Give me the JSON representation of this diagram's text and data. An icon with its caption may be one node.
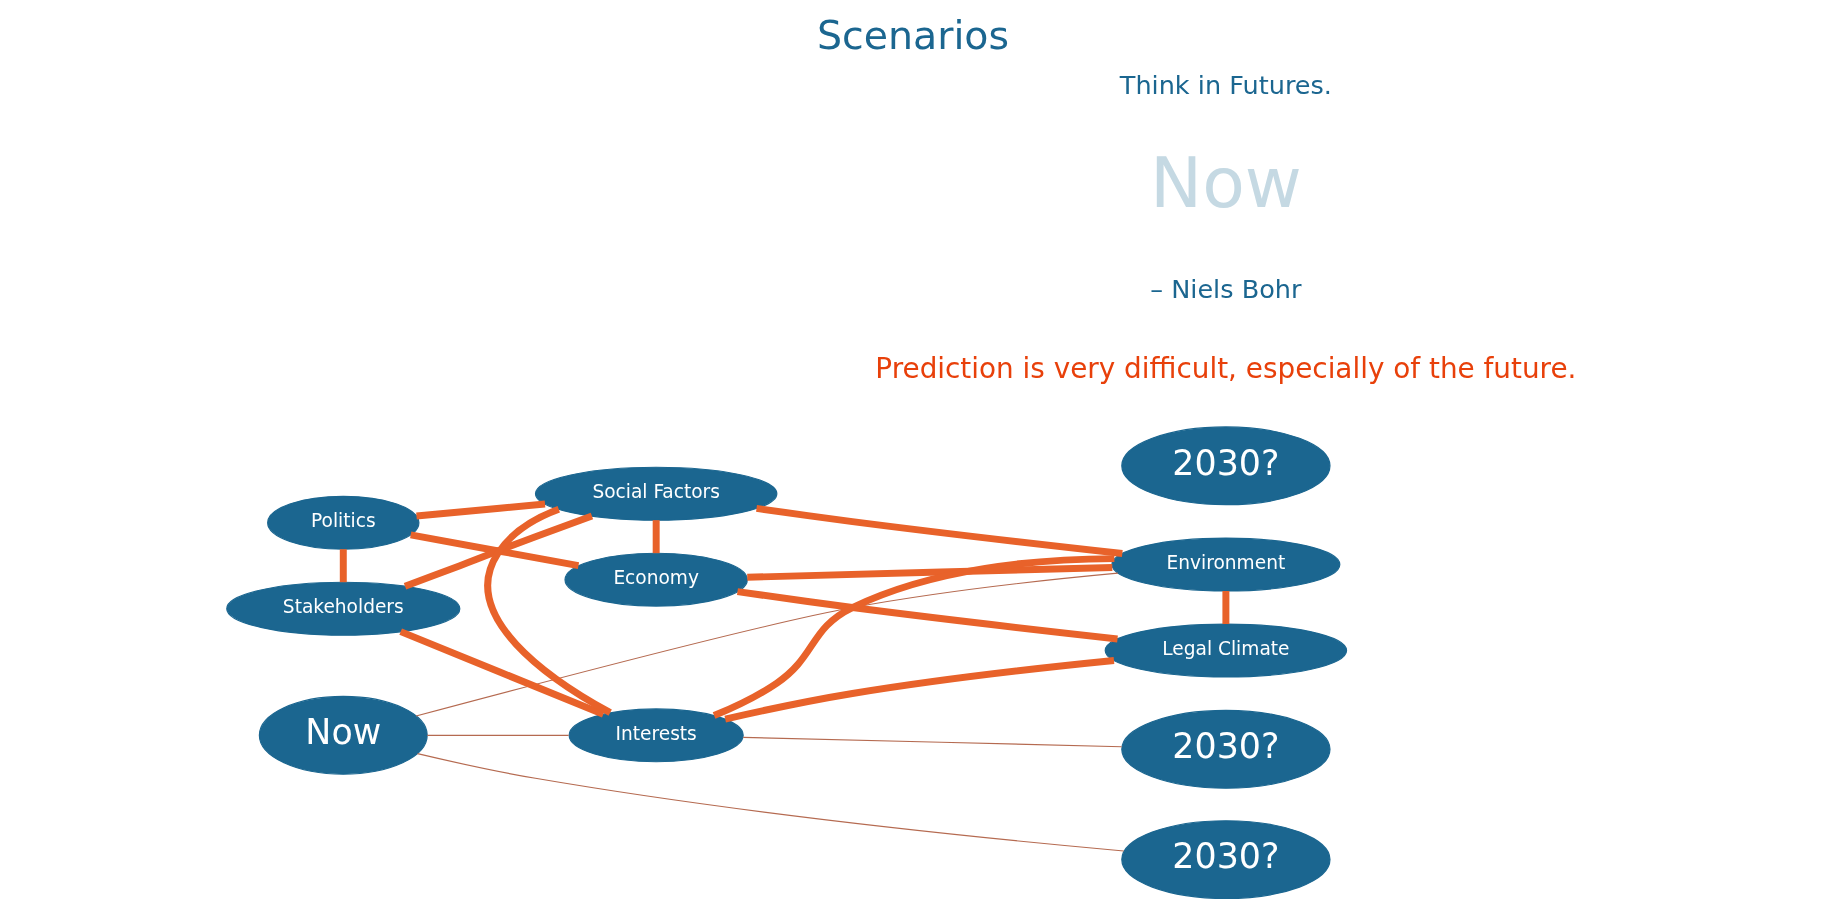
{
  "diagram": {
    "title": "Scenarios",
    "nodes": [
      {
        "text": [
          "Now"
        ]
      },
      {
        "text": [
          "Politics"
        ]
      },
      {
        "text": [
          "Stakeholders"
        ]
      },
      {
        "text": [
          "Economy"
        ]
      },
      {
        "text": [
          "Social Factors"
        ]
      },
      {
        "text": [
          "Interests"
        ]
      },
      {
        "text": [
          "Environment"
        ]
      },
      {
        "text": [
          "Legal Climate"
        ]
      },
      {
        "text": [
          "2030?"
        ]
      },
      {
        "text": [
          "2030?"
        ]
      },
      {
        "text": [
          "2030?"
        ]
      }
    ],
    "edges": [
      {
        "from": 0,
        "to": 6,
        "arrow": "none",
        "color": "#b56a50"
      },
      {
        "from": 0,
        "to": 9,
        "arrow": "none",
        "color": "#b56a50"
      },
      {
        "from": 0,
        "to": 5,
        "arrow": "none",
        "color": "#b56a50"
      },
      {
        "from": 5,
        "to": 10,
        "arrow": "none",
        "color": "#b56a50"
      },
      {
        "from": 1,
        "to": 3,
        "arrow": "none"
      },
      {
        "from": 3,
        "to": 6,
        "arrow": "none"
      },
      {
        "from": 1,
        "to": 4,
        "arrow": "none"
      },
      {
        "from": 1,
        "to": 2,
        "arrow": "none"
      },
      {
        "from": 4,
        "to": 3,
        "arrow": "none"
      },
      {
        "from": 4,
        "to": 6,
        "arrow": "none"
      },
      {
        "from": 3,
        "to": 7,
        "arrow": "none"
      },
      {
        "from": 2,
        "to": 4,
        "arrow": "none"
      },
      {
        "from": 4,
        "to": 5,
        "arrow": "none"
      },
      {
        "from": 2,
        "to": 5,
        "arrow": "none"
      },
      {
        "from": 5,
        "to": 6,
        "arrow": "none"
      },
      {
        "from": 5,
        "to": 7,
        "arrow": "none"
      },
      {
        "from": 6,
        "to": 7,
        "arrow": "none"
      }
    ],
    "labels": [
      "Prediction is very difficult, especially of the future.",
      "– Niels Bohr",
      "Now",
      "Think in Futures."
    ]
  }
}
